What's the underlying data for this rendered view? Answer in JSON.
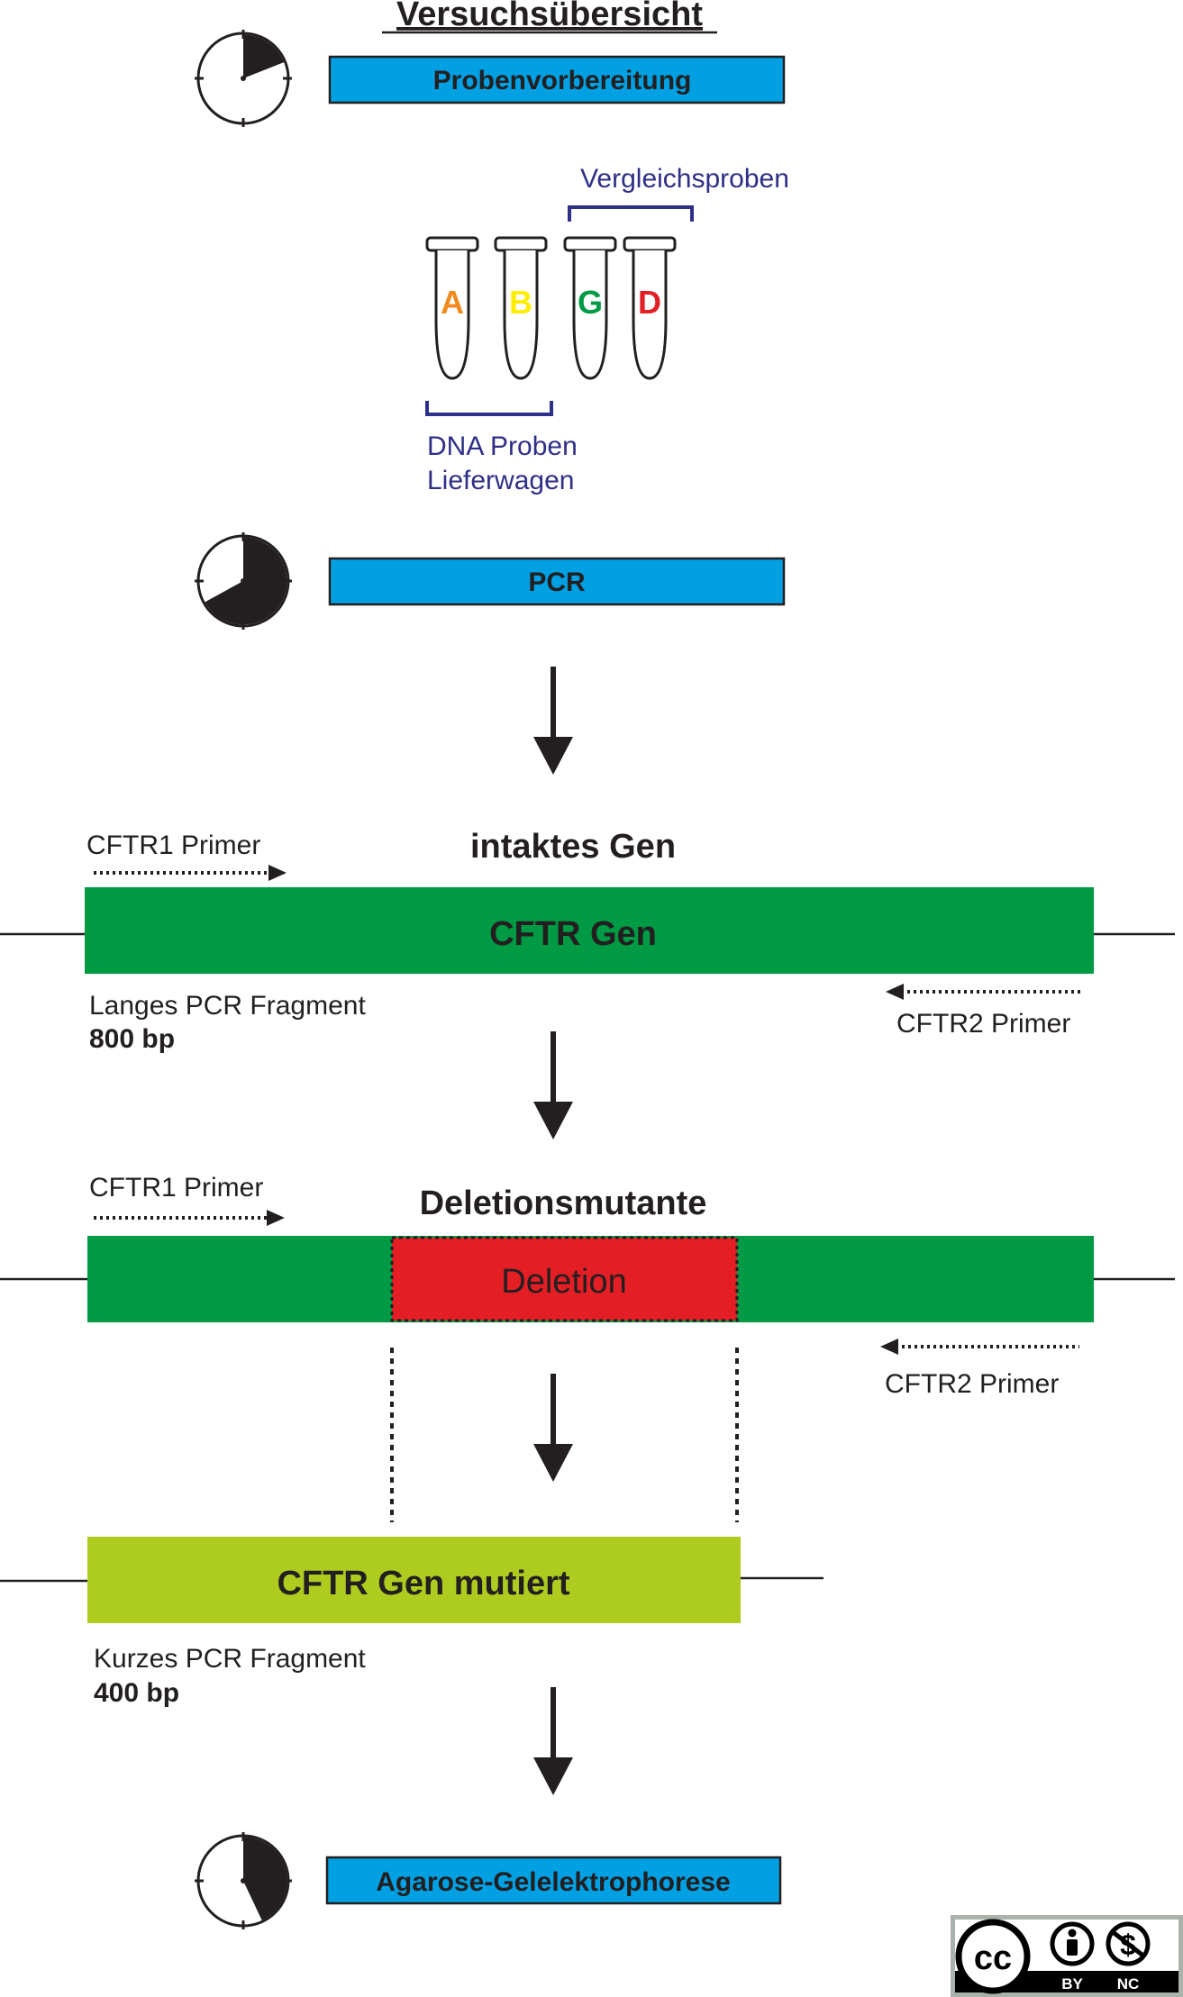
{
  "title": "Versuchsübersicht",
  "colors": {
    "step_blue": "#00a0e3",
    "gene_green": "#009a44",
    "mutant_green": "#aecb1f",
    "deletion_red": "#e31e24",
    "label_purple": "#2e2f86",
    "ink": "#231f20",
    "tube_a": "#f28a1e",
    "tube_b": "#ffed00",
    "tube_g": "#009a44",
    "tube_d": "#e31e24"
  },
  "steps": {
    "prep": {
      "label": "Probenvorbereitung",
      "clock_fraction": 0.19
    },
    "pcr": {
      "label": "PCR",
      "clock_fraction": 0.67
    },
    "gel": {
      "label": "Agarose-Gelelektrophorese",
      "clock_fraction": 0.43
    }
  },
  "tubes": {
    "labels": [
      "A",
      "B",
      "G",
      "D"
    ],
    "reference_label": "Vergleichsproben",
    "dna_label_line1": "DNA Proben",
    "dna_label_line2": "Lieferwagen"
  },
  "intact": {
    "heading": "intaktes Gen",
    "primer1": "CFTR1 Primer",
    "gene_label": "CFTR Gen",
    "fragment_label": "Langes PCR Fragment",
    "fragment_size": "800 bp",
    "primer2": "CFTR2 Primer"
  },
  "mutant": {
    "heading": "Deletionsmutante",
    "primer1": "CFTR1 Primer",
    "deletion_label": "Deletion",
    "primer2": "CFTR2 Primer"
  },
  "mutated": {
    "gene_label": "CFTR Gen mutiert",
    "fragment_label": "Kurzes PCR Fragment",
    "fragment_size": "400 bp"
  },
  "license": {
    "by": "BY",
    "nc": "NC",
    "cc": "cc"
  }
}
